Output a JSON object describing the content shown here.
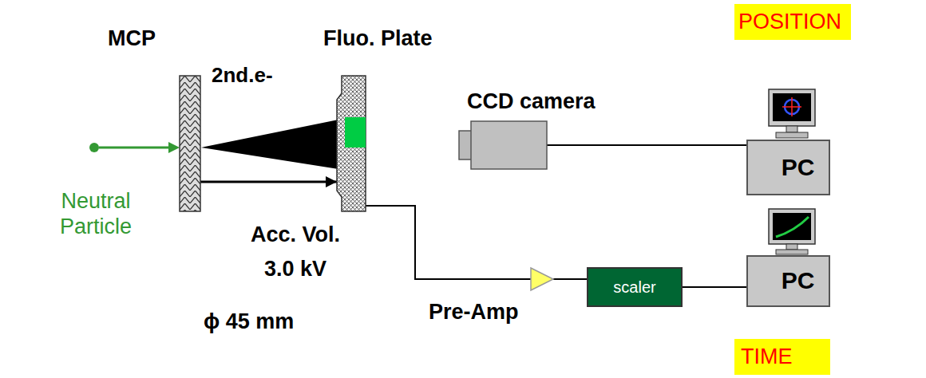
{
  "diagram": {
    "nodes": [
      {
        "text": [
          "MCP"
        ]
      },
      {
        "text": [
          "Fluo. Plate"
        ]
      },
      {
        "text": [
          "POSITION"
        ]
      },
      {
        "text": [
          "CCD camera"
        ]
      },
      {
        "text": [
          "PC"
        ]
      },
      {
        "text": [
          "PC"
        ]
      },
      {
        "text": [
          "Pre-Amp"
        ]
      },
      {
        "text": [
          "scaler"
        ]
      },
      {
        "text": [
          "TIME"
        ]
      }
    ],
    "edges": [
      {
        "from": 0,
        "to": 1,
        "arrow": "to"
      },
      {
        "from": 3,
        "to": 4,
        "arrow": "none"
      },
      {
        "from": 1,
        "to": 6,
        "arrow": "none"
      },
      {
        "from": 6,
        "to": 7,
        "arrow": "none"
      },
      {
        "from": 7,
        "to": 5,
        "arrow": "none"
      }
    ],
    "labels": [
      "2nd.e-",
      "Neutral Particle",
      "Acc. Vol. 3.0 kV",
      "ϕ 45 mm"
    ]
  }
}
